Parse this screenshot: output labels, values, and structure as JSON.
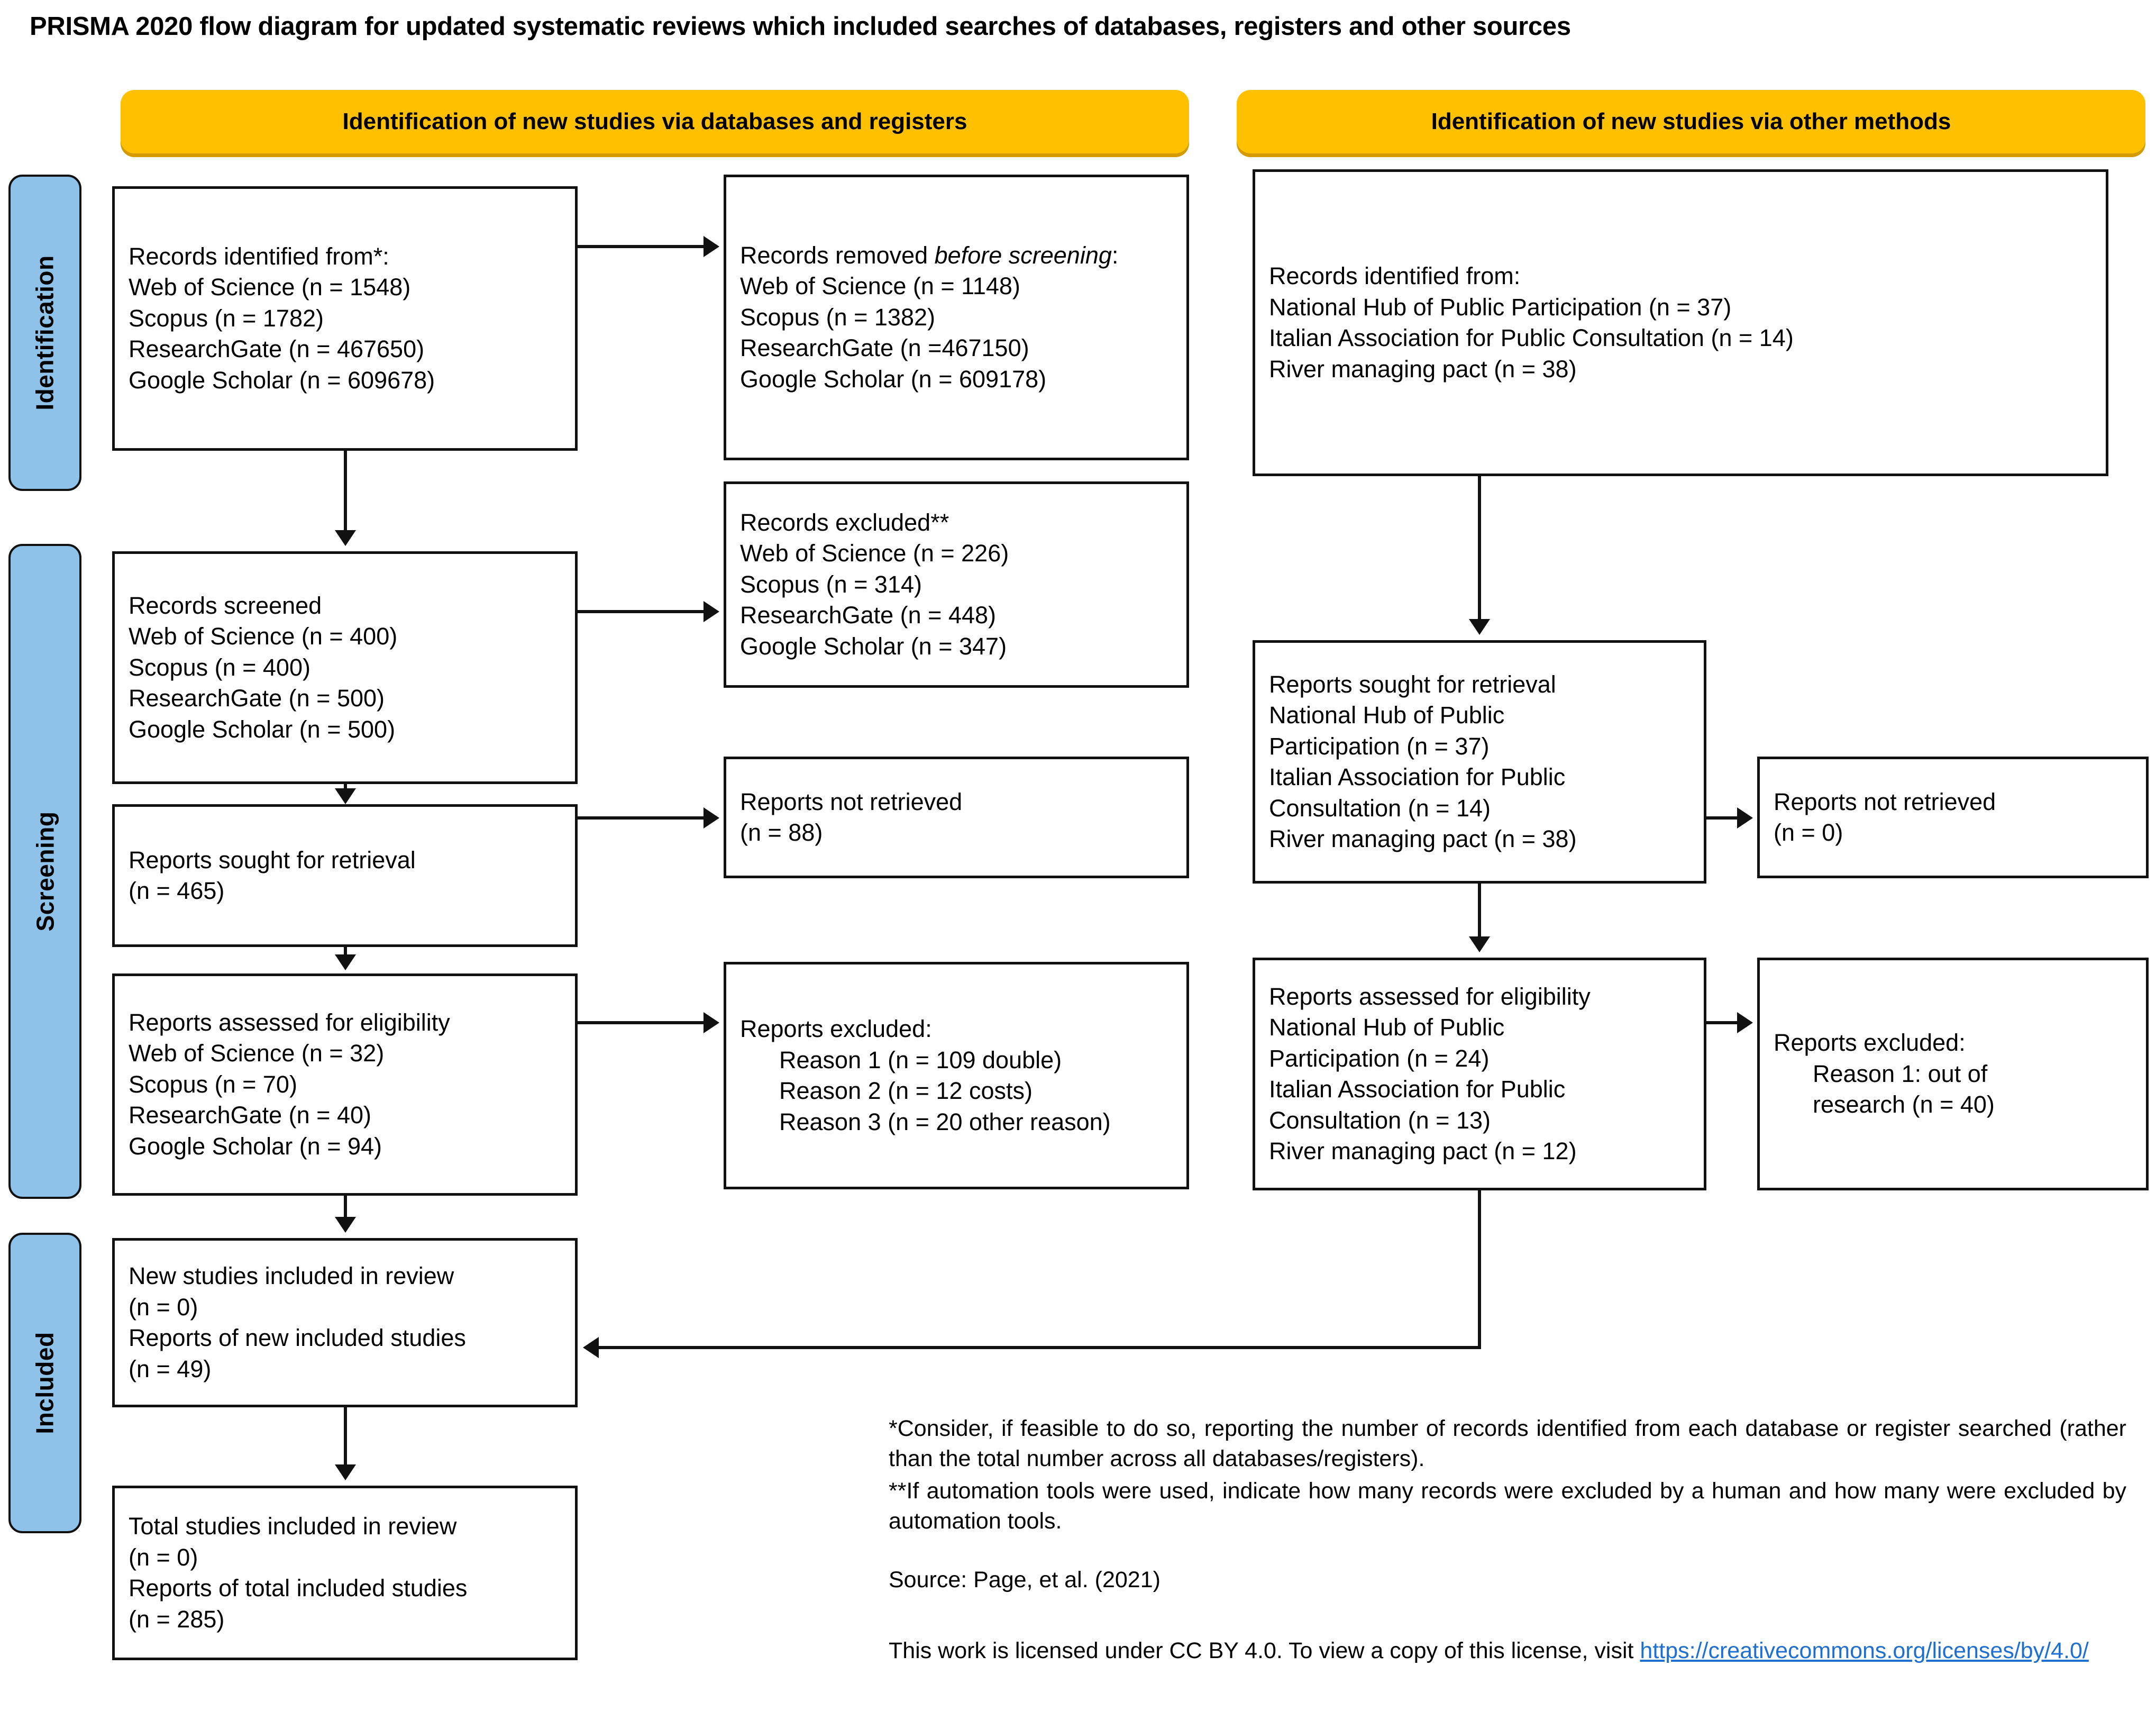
{
  "title": "PRISMA 2020 flow diagram for updated systematic reviews which included searches of databases, registers and other sources",
  "colors": {
    "banner": "#FFC000",
    "stage": "#8FC2E8",
    "box_border": "#111111",
    "link": "#1F6FD0"
  },
  "banners": {
    "left": "Identification of new studies via databases and registers",
    "right": "Identification of new studies via other methods"
  },
  "stages": {
    "identification": "Identification",
    "screening": "Screening",
    "included": "Included"
  },
  "boxes": {
    "records_identified": {
      "lines": [
        "Records identified from*:",
        "Web of Science (n = 1548)",
        "Scopus (n = 1782)",
        "ResearchGate (n = 467650)",
        "Google Scholar (n = 609678)"
      ]
    },
    "records_removed": {
      "heading_plain": "Records removed ",
      "heading_italic": "before screening",
      "heading_tail": ":",
      "lines": [
        "Web of Science (n = 1148)",
        "Scopus (n = 1382)",
        "ResearchGate (n =467150)",
        "Google Scholar (n = 609178)"
      ]
    },
    "records_screened": {
      "lines": [
        "Records screened",
        "Web of Science (n = 400)",
        "Scopus (n = 400)",
        "ResearchGate (n = 500)",
        "Google Scholar (n = 500)"
      ]
    },
    "records_excluded": {
      "lines": [
        "Records excluded**",
        "Web of Science (n = 226)",
        "Scopus (n =  314)",
        "ResearchGate (n = 448)",
        "Google Scholar (n = 347)"
      ]
    },
    "reports_sought_left": {
      "lines": [
        "Reports sought for retrieval",
        "(n = 465)"
      ]
    },
    "reports_not_retrieved_left": {
      "lines": [
        "Reports not retrieved",
        "(n = 88)"
      ]
    },
    "reports_assessed_left": {
      "lines": [
        "Reports assessed for eligibility",
        "Web of Science (n = 32)",
        "Scopus (n = 70)",
        "ResearchGate (n = 40)",
        "Google Scholar (n = 94)"
      ]
    },
    "reports_excluded_left": {
      "heading": "Reports excluded:",
      "reasons": [
        "Reason 1 (n = 109 double)",
        "Reason 2 (n = 12 costs)",
        "Reason 3 (n = 20 other reason)"
      ]
    },
    "new_studies_included": {
      "lines": [
        "New studies included in review",
        "(n = 0)",
        "Reports of new included studies",
        "(n = 49)"
      ]
    },
    "total_studies_included": {
      "lines": [
        "Total studies included in review",
        "(n = 0)",
        "Reports of total included studies",
        "(n = 285)"
      ]
    },
    "records_identified_other": {
      "lines": [
        "Records identified from:",
        "National Hub of Public Participation (n = 37)",
        "Italian Association for Public Consultation (n = 14)",
        "River managing pact (n = 38)"
      ]
    },
    "reports_sought_right": {
      "lines": [
        "Reports sought for retrieval",
        "National Hub of Public",
        "Participation (n = 37)",
        "Italian Association for Public",
        "Consultation (n = 14)",
        "River managing pact (n = 38)"
      ]
    },
    "reports_not_retrieved_right": {
      "lines": [
        "Reports not retrieved",
        "(n = 0)"
      ]
    },
    "reports_assessed_right": {
      "lines": [
        "Reports assessed for eligibility",
        "National Hub of Public",
        "Participation (n = 24)",
        "Italian Association for Public",
        "Consultation (n = 13)",
        "River managing pact (n = 12)"
      ]
    },
    "reports_excluded_right": {
      "heading": "Reports excluded:",
      "reasons": [
        "Reason 1: out of",
        "research (n = 40)"
      ]
    }
  },
  "footnotes": {
    "star": "*Consider, if feasible to do so, reporting the number of records identified from each database or register searched (rather than the total number across all databases/registers).",
    "doublestar": "**If automation tools were used, indicate how many records were excluded by a human and how many were excluded by automation tools.",
    "source": "Source: Page, et al. (2021)",
    "license_text": "This work is licensed under CC BY 4.0. To view a copy of this license, visit",
    "license_url": "https://creativecommons.org/licenses/by/4.0/"
  }
}
